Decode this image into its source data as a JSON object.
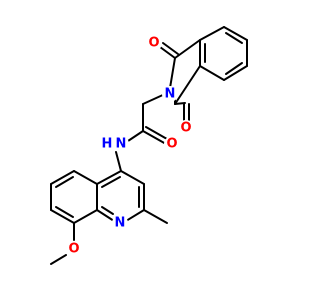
{
  "molecule": {
    "atoms": {
      "o_top": {
        "label": "O",
        "element": "O"
      },
      "o_imide_lower": {
        "label": "O",
        "element": "O"
      },
      "n_imide": {
        "label": "N",
        "element": "N"
      },
      "o_amide": {
        "label": "O",
        "element": "O"
      },
      "n_amide": {
        "label": "N",
        "element": "N"
      },
      "h_amide": {
        "label": "H",
        "element": "H"
      },
      "n_quinoline": {
        "label": "N",
        "element": "N"
      },
      "o_methoxy": {
        "label": "O",
        "element": "O"
      }
    },
    "colors": {
      "carbon_bond": "#000000",
      "oxygen": "#ff0000",
      "nitrogen": "#0000ff",
      "background": "#ffffff"
    }
  }
}
